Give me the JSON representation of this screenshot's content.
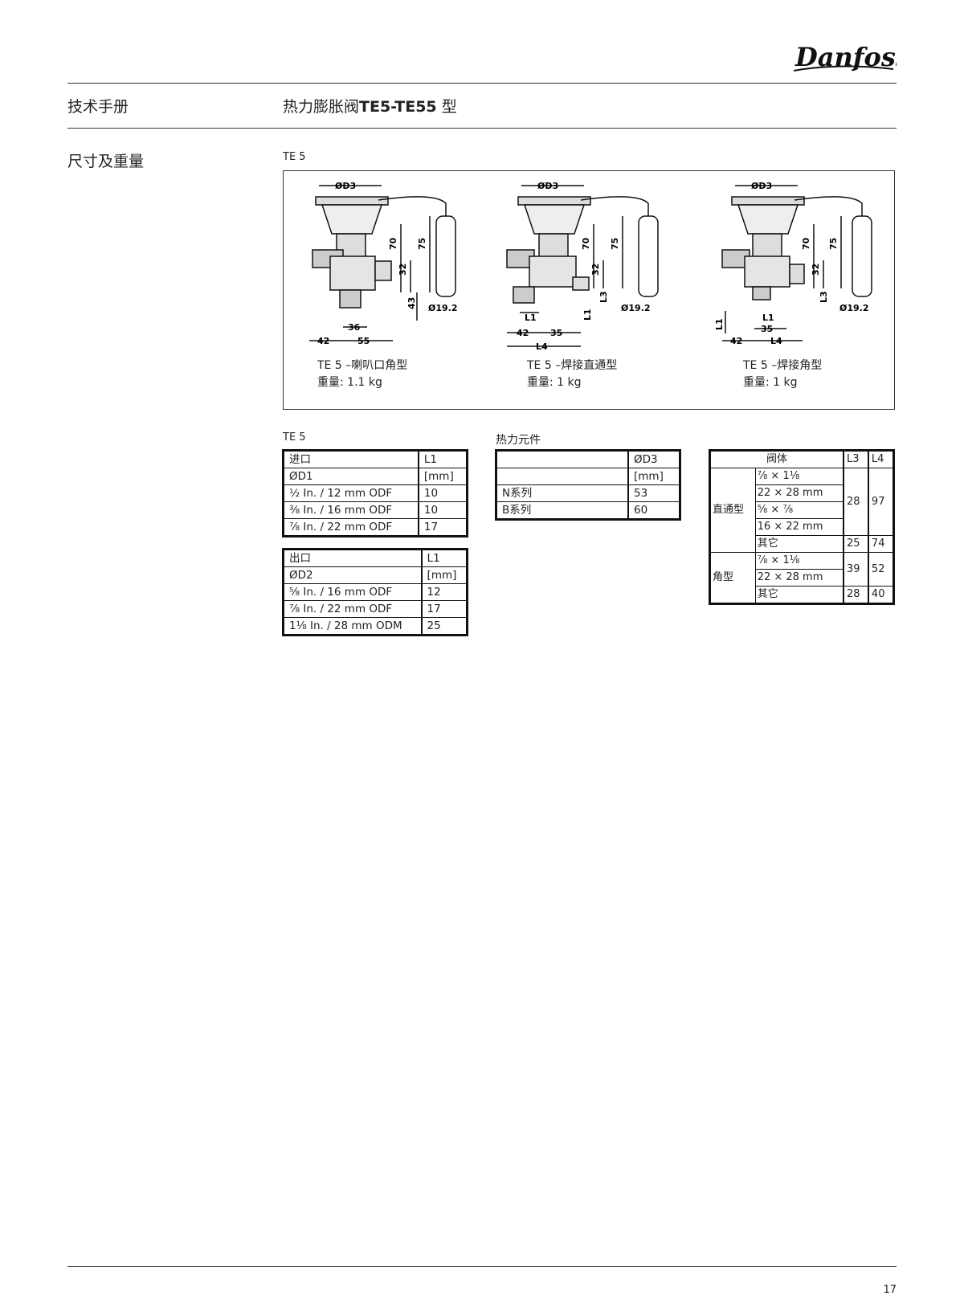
{
  "header": {
    "logo_icon": "danfoss-logo",
    "left": "技术手册",
    "title_pre": "热力膨胀阀",
    "title_bold": "TE5-TE55",
    "title_post": " 型"
  },
  "section": {
    "title": "尺寸及重量",
    "figure_label": "TE 5"
  },
  "figures": [
    {
      "dims": {
        "d3": "ØD3",
        "h70": "70",
        "h75": "75",
        "h32": "32",
        "h43": "43",
        "bulb": "Ø19.2",
        "w35": "36",
        "w42": "42",
        "w55": "55"
      },
      "caption_name": "TE 5 –喇叭口角型",
      "caption_weight": "重量: 1.1 kg"
    },
    {
      "dims": {
        "d3": "ØD3",
        "h70": "70",
        "h75": "75",
        "h32": "32",
        "l3": "L3",
        "l1": "L1",
        "l1b": "L1",
        "bulb": "Ø19.2",
        "w42": "42",
        "w35": "35",
        "l4": "L4"
      },
      "caption_name": "TE 5 –焊接直通型",
      "caption_weight": "重量: 1 kg"
    },
    {
      "dims": {
        "d3": "ØD3",
        "h70": "70",
        "h75": "75",
        "h32": "32",
        "l3": "L3",
        "l1": "L1",
        "l1b": "L1",
        "bulb": "Ø19.2",
        "w42": "42",
        "w35": "35",
        "l4": "L4"
      },
      "caption_name": "TE 5 –焊接角型",
      "caption_weight": "重量: 1 kg"
    }
  ],
  "tables_label_left": "TE 5",
  "tables_label_mid": "热力元件",
  "inlet_table": {
    "h1a": "进口",
    "h1b": "ØD1",
    "h2a": "L1",
    "h2b": "[mm]",
    "rows": [
      [
        "½ In. / 12 mm ODF",
        "10"
      ],
      [
        "⅜ In. / 16 mm ODF",
        "10"
      ],
      [
        "⅞ In. / 22 mm ODF",
        "17"
      ]
    ]
  },
  "outlet_table": {
    "h1a": "出口",
    "h1b": "ØD2",
    "h2a": "L1",
    "h2b": "[mm]",
    "rows": [
      [
        "⅝ In. / 16 mm ODF",
        "12"
      ],
      [
        "⅞ In. / 22 mm ODF",
        "17"
      ],
      [
        "1⅛ In. / 28 mm ODM",
        "25"
      ]
    ]
  },
  "element_table": {
    "h2a": "ØD3",
    "h2b": "[mm]",
    "rows": [
      [
        "N系列",
        "53"
      ],
      [
        "B系列",
        "60"
      ]
    ]
  },
  "body_table": {
    "h1": "阀体",
    "h2": "L3",
    "h3": "L4",
    "straight_label": "直通型",
    "angle_label": "角型",
    "s1": "⅞ × 1⅛",
    "s2": "22 × 28 mm",
    "s3": "⅝ × ⅞",
    "s4": "16 × 22 mm",
    "s_l3": "28",
    "s_l4": "97",
    "s_other": "其它",
    "s_other_l3": "25",
    "s_other_l4": "74",
    "a1": "⅞ × 1⅛",
    "a2": "22 × 28 mm",
    "a_l3": "39",
    "a_l4": "52",
    "a_other": "其它",
    "a_other_l3": "28",
    "a_other_l4": "40"
  },
  "footer": {
    "page_number": "17"
  }
}
